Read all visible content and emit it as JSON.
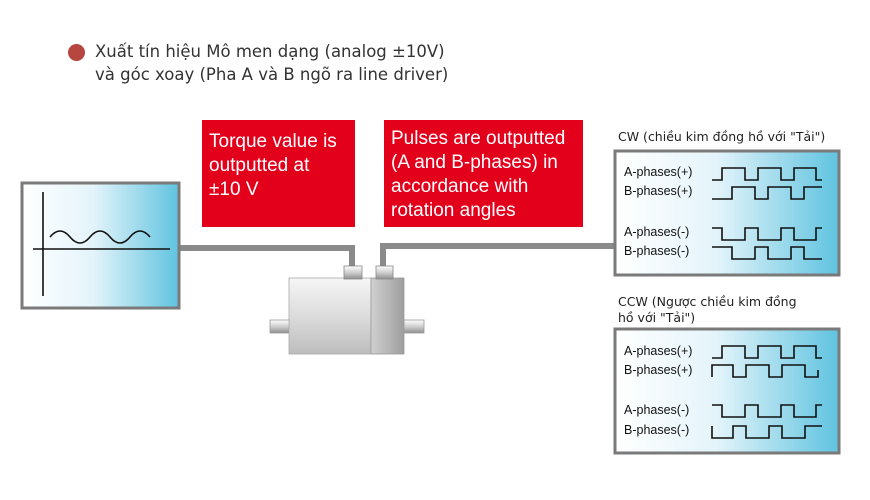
{
  "heading": {
    "line1": "Xuất tín hiệu Mô men dạng (analog ±10V)",
    "line2": "và góc xoay (Pha A và B ngõ ra line driver)",
    "bullet_color": "#b6463f"
  },
  "torque_box": {
    "text": "Torque value is outputted at ±10 V",
    "line1": "Torque value is",
    "line2": "outputted at",
    "line3": "±10 V",
    "color": "#e3001b"
  },
  "pulse_box": {
    "line1": "Pulses are outputted",
    "line2": "(A and B-phases) in",
    "line3": "accordance with",
    "line4": "rotation angles",
    "color": "#e3001b"
  },
  "cw": {
    "caption": "CW (chiều kim đồng hồ với \"Tải\")",
    "labels": [
      "A-phases(+)",
      "B-phases(+)",
      "A-phases(-)",
      "B-phases(-)"
    ]
  },
  "ccw": {
    "caption_line1": "CCW (Ngược chiều kim đồng",
    "caption_line2": "hồ với \"Tải\")",
    "labels": [
      "A-phases(+)",
      "B-phases(+)",
      "A-phases(-)",
      "B-phases(-)"
    ]
  },
  "colors": {
    "panel_border": "#777777",
    "panel_gradient_start": "#ffffff",
    "panel_gradient_end": "#5fc3e0",
    "accent_red": "#e3001b"
  }
}
